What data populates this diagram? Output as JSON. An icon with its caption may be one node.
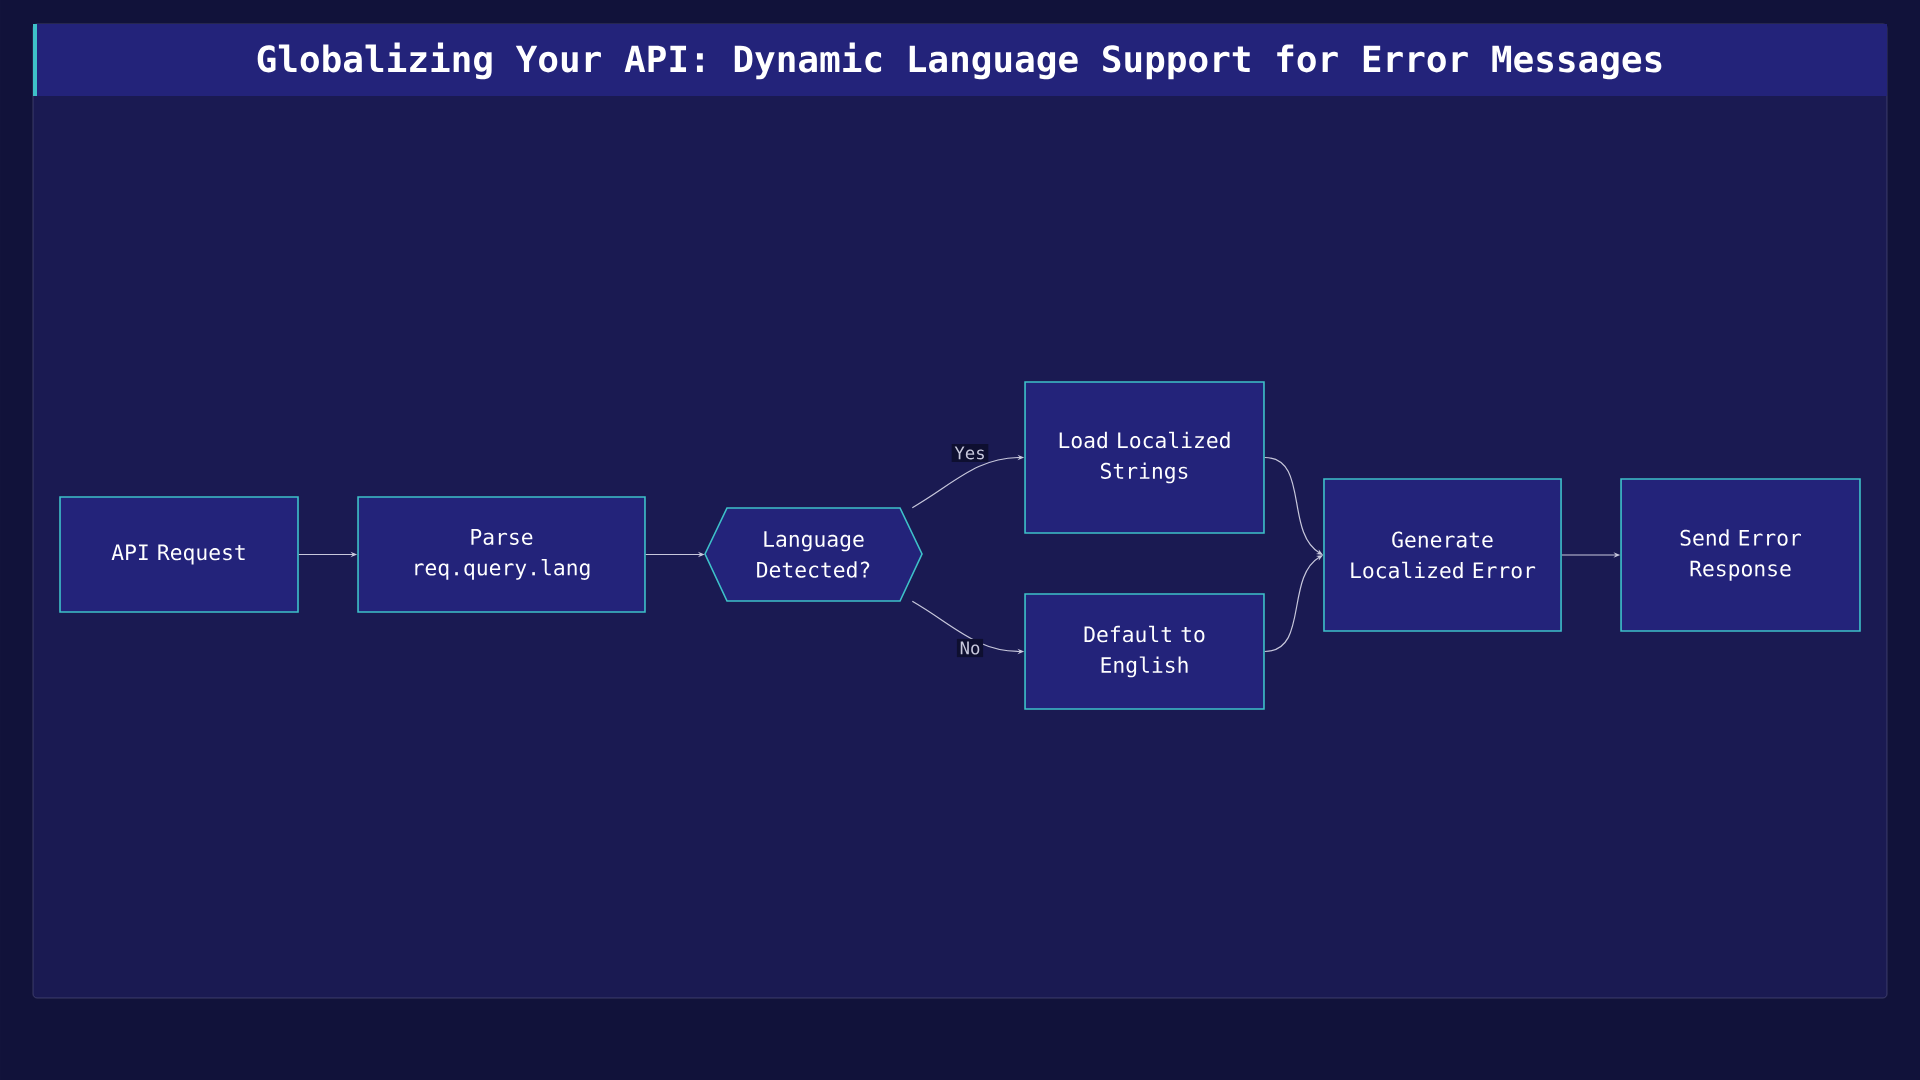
{
  "diagram": {
    "title": "Globalizing Your API: Dynamic Language Support for Error Messages",
    "nodes": [
      {
        "text": [
          "API Request"
        ]
      },
      {
        "text": [
          "Parse req.query.lang"
        ]
      },
      {
        "text": [
          "Language Detected?"
        ]
      },
      {
        "text": [
          "Load Localized Strings"
        ]
      },
      {
        "text": [
          "Default to English"
        ]
      },
      {
        "text": [
          "Generate Localized Error"
        ]
      },
      {
        "text": [
          "Send Error Response"
        ]
      }
    ],
    "edges": [
      {
        "from": 0,
        "to": 1,
        "arrow": "to"
      },
      {
        "from": 1,
        "to": 2,
        "arrow": "to"
      },
      {
        "from": 2,
        "to": 3,
        "arrow": "to",
        "label": "Yes"
      },
      {
        "from": 2,
        "to": 4,
        "arrow": "to",
        "label": "No"
      },
      {
        "from": 3,
        "to": 5,
        "arrow": "to"
      },
      {
        "from": 4,
        "to": 5,
        "arrow": "to"
      },
      {
        "from": 5,
        "to": 6,
        "arrow": "to"
      }
    ]
  }
}
